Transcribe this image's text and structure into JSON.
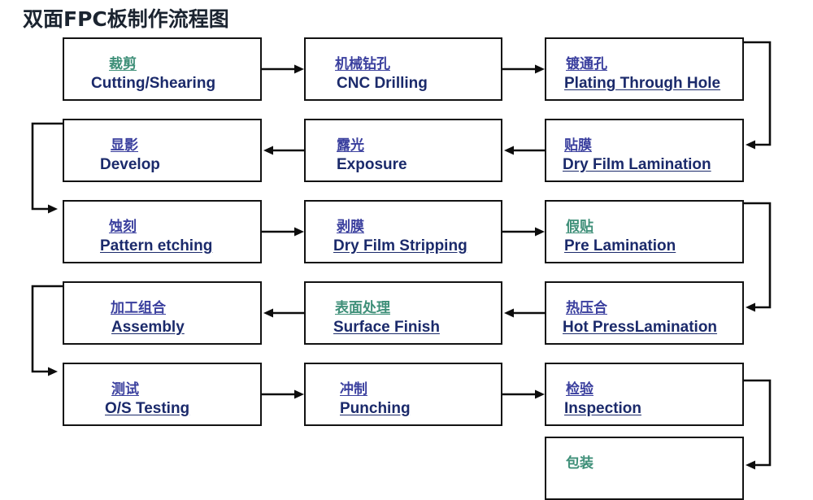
{
  "title": "双面FPC板制作流程图",
  "diagram": {
    "type": "flowchart",
    "orientation": "serpentine-boustrophedon",
    "colors": {
      "border": "#121212",
      "english_text": "#1b2a6b",
      "chinese_blue": "#3a3f9e",
      "chinese_green": "#3e8f78",
      "background": "#ffffff",
      "title": "#1b2430"
    },
    "nodes": [
      {
        "id": "n1",
        "cn": "裁剪",
        "en": "Cutting/Shearing",
        "cn_color": "green",
        "row": 1,
        "col": 1
      },
      {
        "id": "n2",
        "cn": "机械钻孔",
        "en": "CNC Drilling",
        "cn_color": "blue",
        "row": 1,
        "col": 2
      },
      {
        "id": "n3",
        "cn": "镀通孔",
        "en": "Plating Through Hole",
        "cn_color": "blue",
        "row": 1,
        "col": 3
      },
      {
        "id": "n4",
        "cn": "显影",
        "en": "Develop",
        "cn_color": "blue",
        "row": 2,
        "col": 1
      },
      {
        "id": "n5",
        "cn": "露光",
        "en": "Exposure",
        "cn_color": "blue",
        "row": 2,
        "col": 2
      },
      {
        "id": "n6",
        "cn": "贴膜",
        "en": "Dry Film Lamination",
        "cn_color": "blue",
        "row": 2,
        "col": 3
      },
      {
        "id": "n7",
        "cn": "蚀刻",
        "en": "Pattern etching",
        "cn_color": "blue",
        "row": 3,
        "col": 1
      },
      {
        "id": "n8",
        "cn": "剥膜",
        "en": "Dry Film Stripping",
        "cn_color": "blue",
        "row": 3,
        "col": 2
      },
      {
        "id": "n9",
        "cn": "假贴",
        "en": " Pre Lamination",
        "cn_color": "green",
        "row": 3,
        "col": 3
      },
      {
        "id": "n10",
        "cn": "加工组合",
        "en": "Assembly",
        "cn_color": "blue",
        "row": 4,
        "col": 1
      },
      {
        "id": "n11",
        "cn": "表面处理",
        "en": "Surface  Finish",
        "cn_color": "green",
        "row": 4,
        "col": 2
      },
      {
        "id": "n12",
        "cn": "热压合",
        "en": "Hot PressLamination",
        "cn_color": "blue",
        "row": 4,
        "col": 3
      },
      {
        "id": "n13",
        "cn": "测试",
        "en": "O/S Testing",
        "cn_color": "blue",
        "row": 5,
        "col": 1
      },
      {
        "id": "n14",
        "cn": "冲制",
        "en": "Punching",
        "cn_color": "blue",
        "row": 5,
        "col": 2
      },
      {
        "id": "n15",
        "cn": "检验",
        "en": "Inspection",
        "cn_color": "blue",
        "row": 5,
        "col": 3
      },
      {
        "id": "n16",
        "cn": "包装",
        "en": "",
        "cn_color": "green",
        "row": 6,
        "col": 3
      }
    ],
    "edges": [
      {
        "from": "n1",
        "to": "n2",
        "direction": "right"
      },
      {
        "from": "n2",
        "to": "n3",
        "direction": "right"
      },
      {
        "from": "n3",
        "to": "n6",
        "direction": "wrap-right-down"
      },
      {
        "from": "n6",
        "to": "n5",
        "direction": "left"
      },
      {
        "from": "n5",
        "to": "n4",
        "direction": "left"
      },
      {
        "from": "n4",
        "to": "n7",
        "direction": "wrap-left-down"
      },
      {
        "from": "n7",
        "to": "n8",
        "direction": "right"
      },
      {
        "from": "n8",
        "to": "n9",
        "direction": "right"
      },
      {
        "from": "n9",
        "to": "n12",
        "direction": "wrap-right-down"
      },
      {
        "from": "n12",
        "to": "n11",
        "direction": "left"
      },
      {
        "from": "n11",
        "to": "n10",
        "direction": "left"
      },
      {
        "from": "n10",
        "to": "n13",
        "direction": "wrap-left-down"
      },
      {
        "from": "n13",
        "to": "n14",
        "direction": "right"
      },
      {
        "from": "n14",
        "to": "n15",
        "direction": "right"
      },
      {
        "from": "n15",
        "to": "n16",
        "direction": "wrap-right-down"
      }
    ]
  }
}
